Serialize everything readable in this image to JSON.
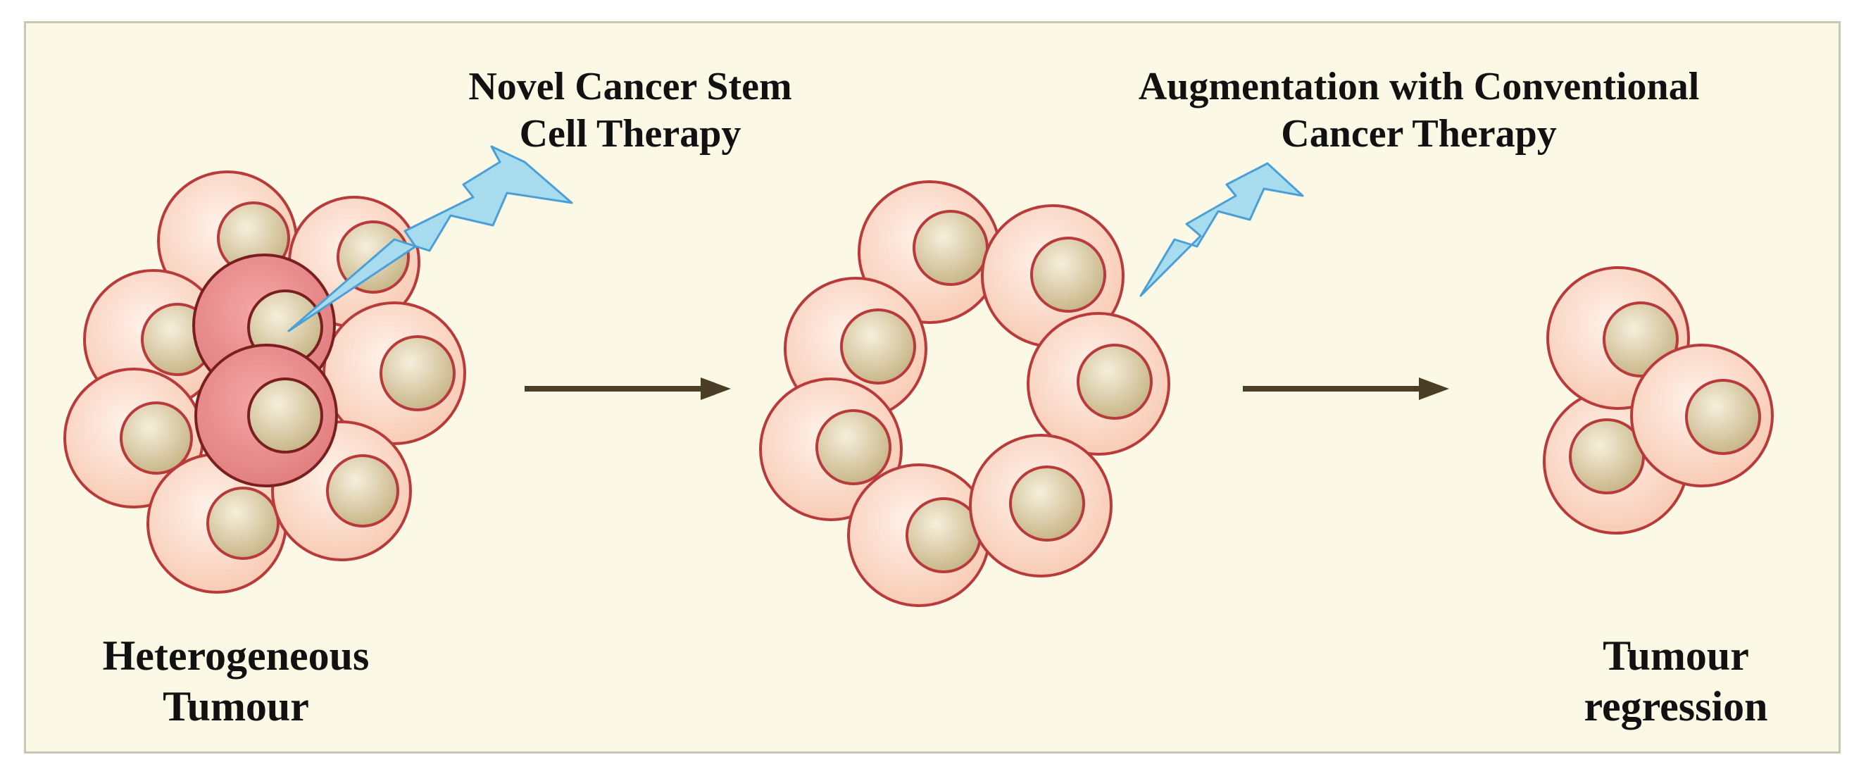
{
  "labels": {
    "therapy1": [
      "Novel Cancer Stem",
      "Cell Therapy"
    ],
    "therapy2": [
      "Augmentation with Conventional",
      "Cancer Therapy"
    ],
    "stage1": [
      "Heterogeneous",
      "Tumour"
    ],
    "stage3": [
      "Tumour",
      "regression"
    ]
  },
  "colors": {
    "background": "#fcf8e6",
    "cell_fill": "#fbd9c8",
    "cell_stroke": "#b83a3a",
    "stem_cell_fill": "#ec8e8e",
    "nucleus_fill": "#ddcfa8",
    "bolt_fill": "#a7dcef",
    "bolt_stroke": "#4a9fd6",
    "arrow": "#4a3f26"
  },
  "icons": [
    "lightning-bolt-icon",
    "arrow-right-icon"
  ]
}
